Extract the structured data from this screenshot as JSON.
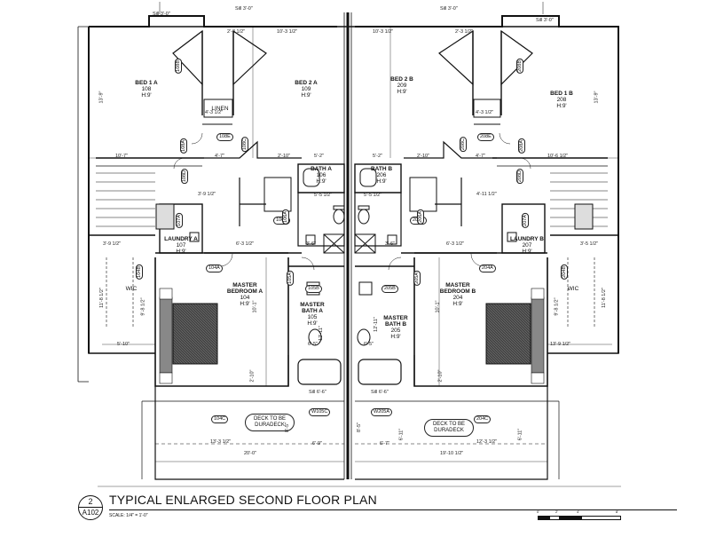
{
  "title_block": {
    "view_number": "2",
    "sheet": "A102",
    "title": "TYPICAL ENLARGED SECOND FLOOR PLAN",
    "scale_label": "SCALE: 1/4\" = 1'-0\"",
    "scale_bar_ticks": [
      "0'",
      "2'",
      "4'",
      "8'"
    ]
  },
  "rooms": [
    {
      "name": "BED 1 A",
      "number": "108",
      "height": "H:9'"
    },
    {
      "name": "BED 2 A",
      "number": "109",
      "height": "H:9'"
    },
    {
      "name": "BED 2 B",
      "number": "209",
      "height": "H:9'"
    },
    {
      "name": "BED 1 B",
      "number": "208",
      "height": "H:9'"
    },
    {
      "name": "BATH A",
      "number": "106",
      "height": "H:9'"
    },
    {
      "name": "BATH B",
      "number": "206",
      "height": "H:9'"
    },
    {
      "name": "LAUNDRY A",
      "number": "107",
      "height": "H:9'"
    },
    {
      "name": "LAUNDRY B",
      "number": "207",
      "height": "H:9'"
    },
    {
      "name": "MASTER BEDROOM A",
      "number": "104",
      "height": "H:9'"
    },
    {
      "name": "MASTER BEDROOM B",
      "number": "204",
      "height": "H:9'"
    },
    {
      "name": "MASTER BATH A",
      "number": "105",
      "height": "H:9'"
    },
    {
      "name": "MASTER BATH B",
      "number": "205",
      "height": "H:9'"
    },
    {
      "name": "WIC",
      "number": "",
      "height": ""
    },
    {
      "name": "WIC",
      "number": "",
      "height": ""
    },
    {
      "name": "LINEN",
      "number": "",
      "height": ""
    }
  ],
  "deck_notes": [
    "DECK TO BE DURADECK",
    "DECK TO BE DURADECK"
  ],
  "door_tags": [
    "108B",
    "108A",
    "108D",
    "108E",
    "108C",
    "106B",
    "106A",
    "107A",
    "104A",
    "104B",
    "104C",
    "105A",
    "105B",
    "W105C",
    "208B",
    "208A",
    "208D",
    "208E",
    "208C",
    "206B",
    "206A",
    "207A",
    "204A",
    "204B",
    "204C",
    "205A",
    "205B",
    "W205A"
  ],
  "dimensions": {
    "top_widths": [
      "10'-3 1/2\"",
      "10'-3 1/2\""
    ],
    "sills": [
      "Sill 3'-0\"",
      "Sill 3'-0\"",
      "Sill 3'-0\"",
      "Sill 3'-0\"",
      "Sill 6'-6\"",
      "Sill 6'-6\""
    ],
    "closets": [
      "2'-3 1/2\"",
      "2'-3 1/2\"",
      "4'-3 1/2\"",
      "4'-3 1/2\""
    ],
    "corridor": [
      "5'-2\"",
      "5'-2\"",
      "2'-10\"",
      "2'-10\"",
      "4'-7\"",
      "4'-7\"",
      "10'-7\"",
      "10'-6 1/2\"",
      "13'-9\"",
      "13'-9\""
    ],
    "bath_lengths": [
      "12'-11\"",
      "12'-11\"",
      "6'-5\"",
      "6'-5\""
    ],
    "deck": [
      "13'-3 1/2\"",
      "12'-3 1/2\"",
      "20'-0\"",
      "19'-10 1/2\"",
      "6'-9\"",
      "6'-7\"",
      "5'-10\"",
      "13'-9 1/2\""
    ],
    "misc": [
      "3'-9 1/2\"",
      "4'-11 1/2\"",
      "3'-9 1/2\"",
      "3'-5 1/2\"",
      "6'-3 1/2\"",
      "6'-3 1/2\"",
      "3'-6\"",
      "3'-6\"",
      "5'-5 1/2\"",
      "5'-5 1/2\"",
      "10'-1\"",
      "10'-1\"",
      "11'-8 1/2\"",
      "11'-8 1/2\"",
      "9'-8 1/2\"",
      "9'-8 1/2\"",
      "2'-10\"",
      "2'-10\"",
      "8'-5\"",
      "8'-5\"",
      "6'-11\"",
      "6'-11\""
    ]
  }
}
